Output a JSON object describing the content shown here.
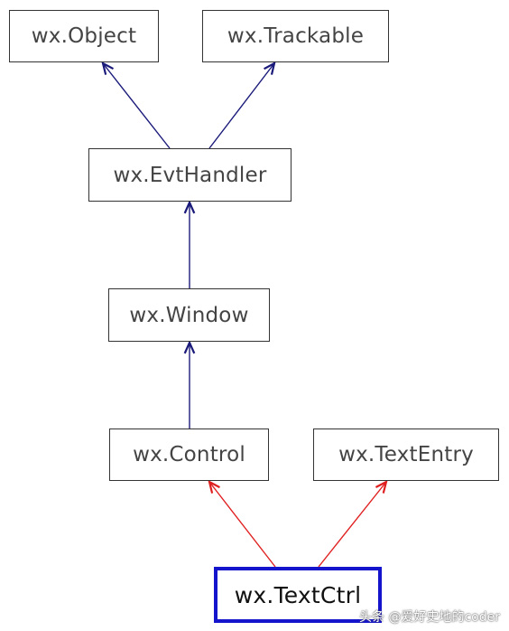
{
  "diagram": {
    "nodes": [
      {
        "id": "object",
        "label": "wx.Object"
      },
      {
        "id": "trackable",
        "label": "wx.Trackable"
      },
      {
        "id": "evthandler",
        "label": "wx.EvtHandler"
      },
      {
        "id": "window",
        "label": "wx.Window"
      },
      {
        "id": "control",
        "label": "wx.Control"
      },
      {
        "id": "textentry",
        "label": "wx.TextEntry"
      },
      {
        "id": "textctrl",
        "label": "wx.TextCtrl",
        "highlighted": true
      }
    ],
    "edges": [
      {
        "from": "evthandler",
        "to": "object",
        "color": "#1a1a7a"
      },
      {
        "from": "evthandler",
        "to": "trackable",
        "color": "#1a1a7a"
      },
      {
        "from": "window",
        "to": "evthandler",
        "color": "#1a1a7a"
      },
      {
        "from": "control",
        "to": "window",
        "color": "#1a1a7a"
      },
      {
        "from": "textctrl",
        "to": "control",
        "color": "#e02020"
      },
      {
        "from": "textctrl",
        "to": "textentry",
        "color": "#e02020"
      }
    ]
  },
  "colors": {
    "inherit_arrow": "#1a1a7a",
    "mixin_arrow": "#e02020",
    "highlight_border": "#1414cc"
  },
  "watermark": "头条 @爱好史地的coder"
}
